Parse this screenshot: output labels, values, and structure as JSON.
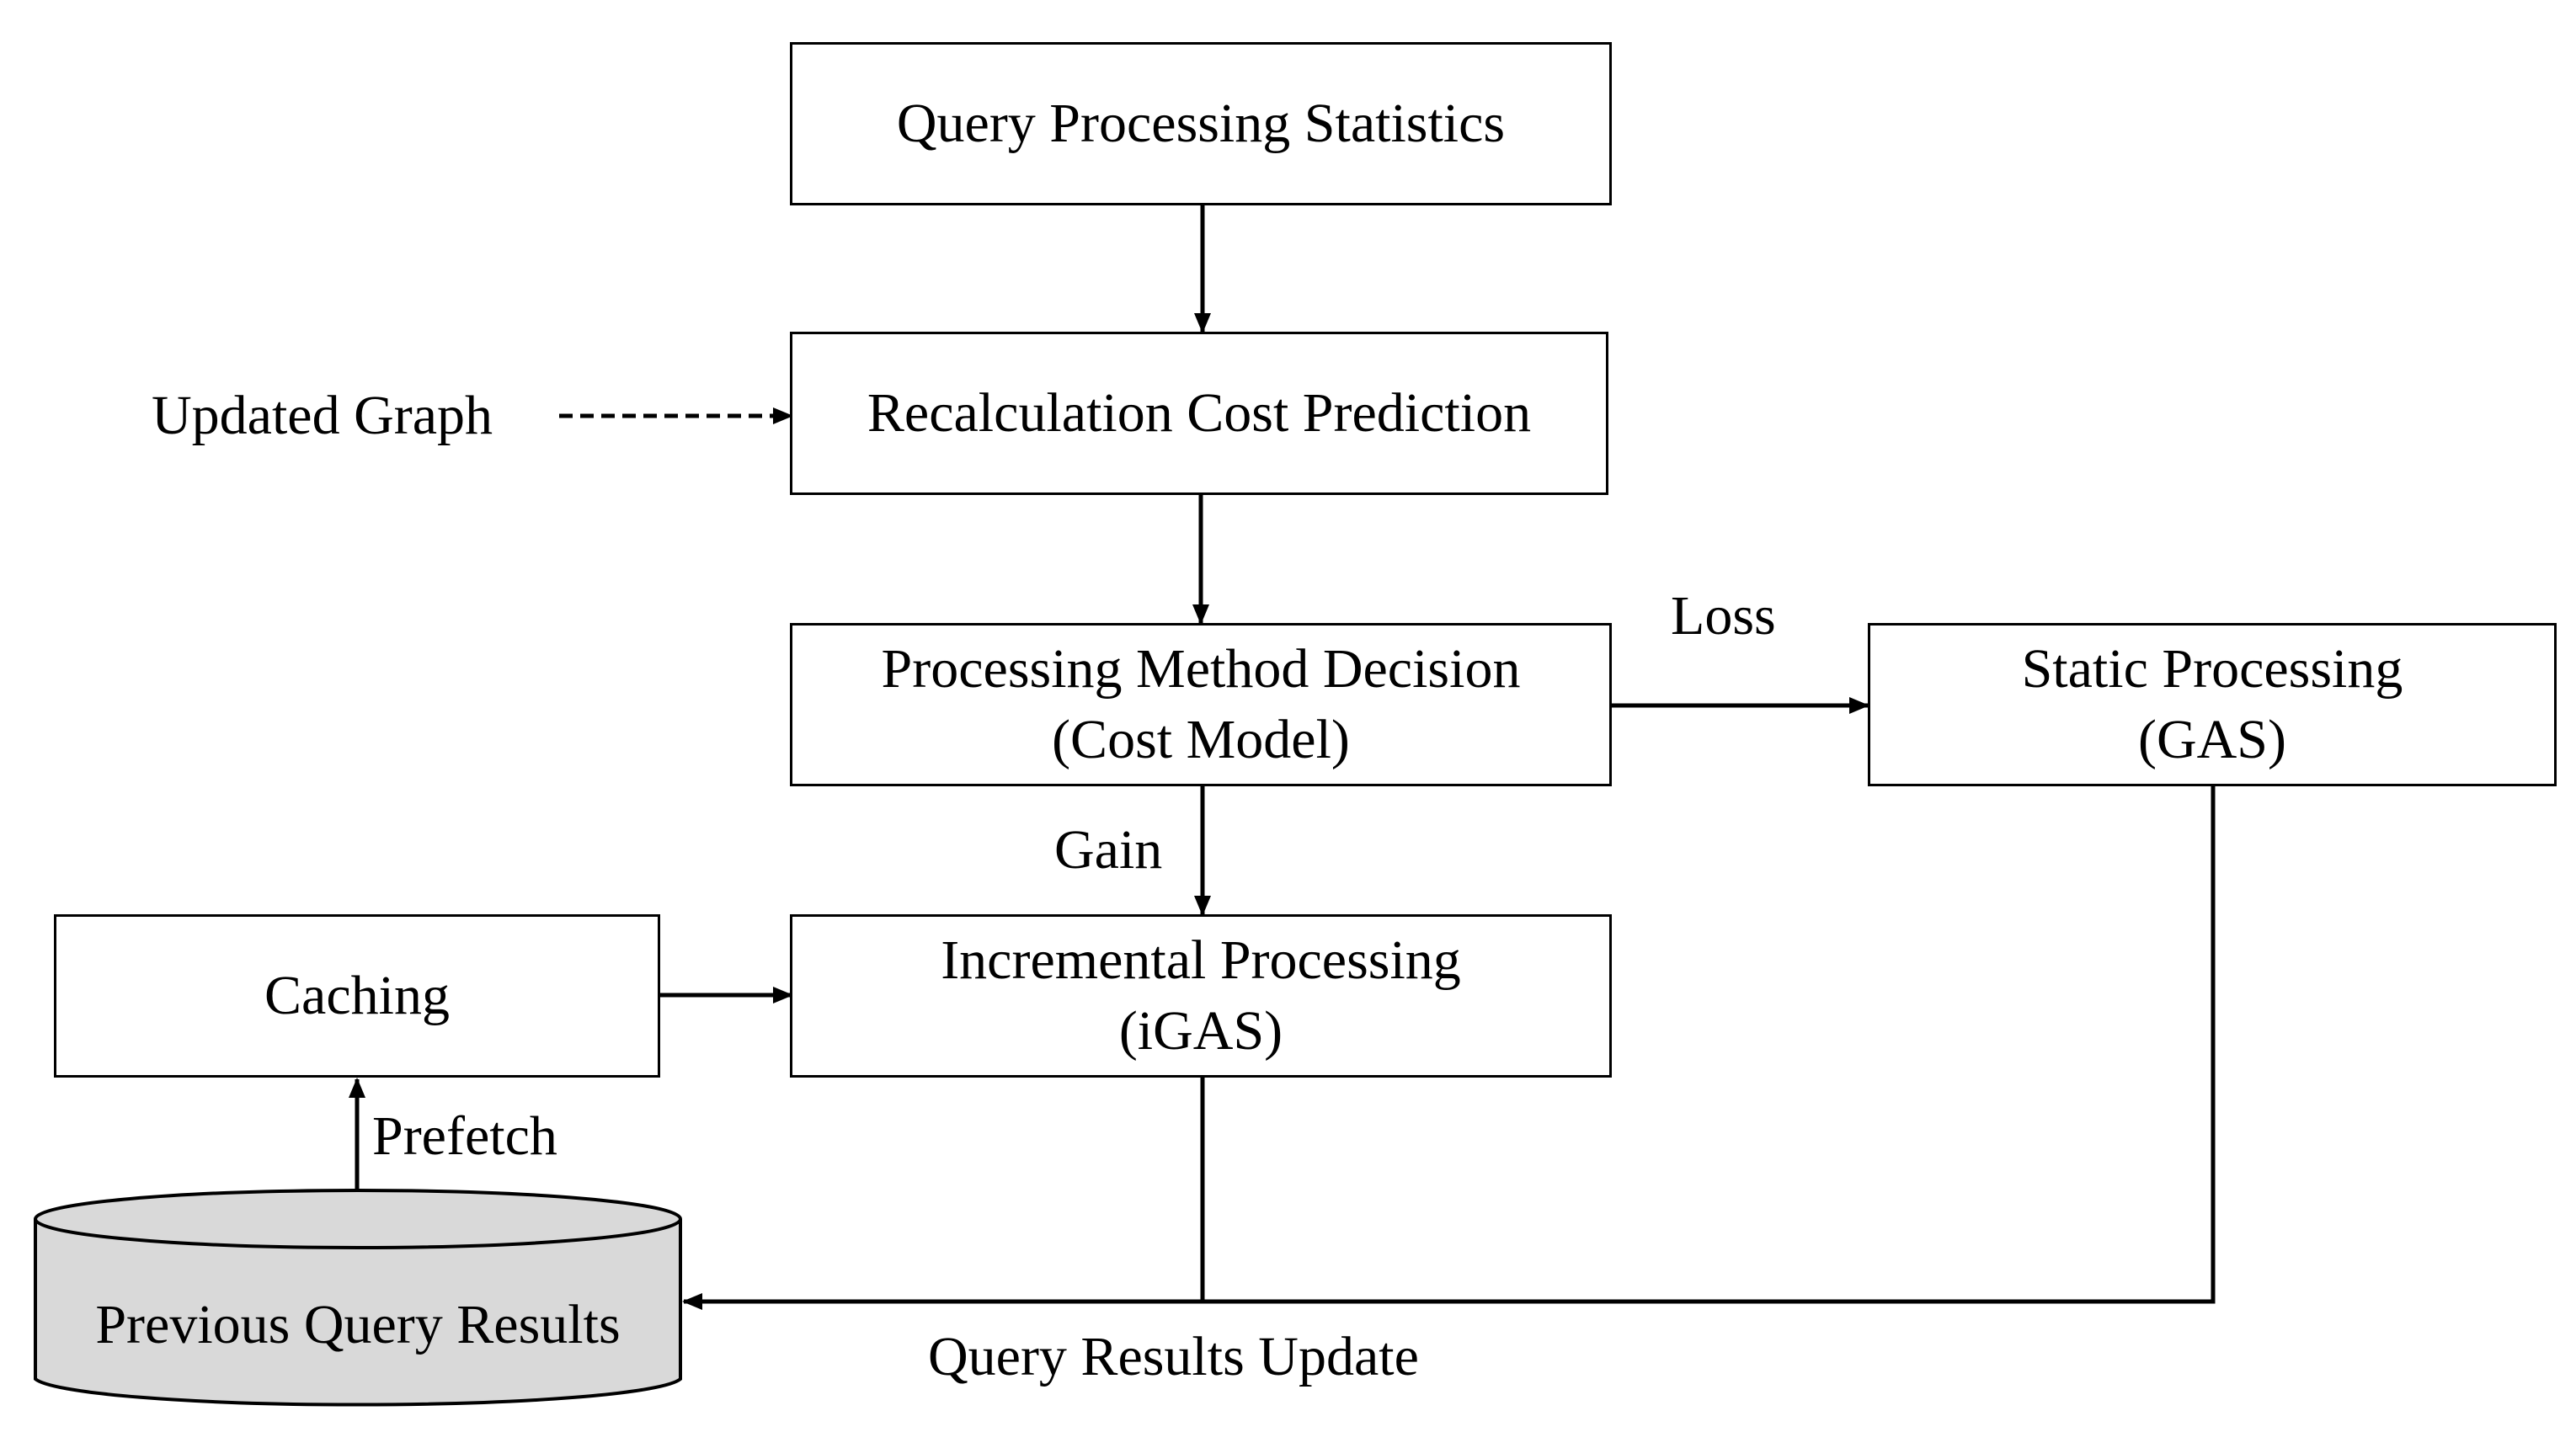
{
  "nodes": {
    "query_stats": {
      "lines": [
        "Query Processing Statistics"
      ]
    },
    "cost_prediction": {
      "lines": [
        "Recalculation Cost Prediction"
      ]
    },
    "method_decision": {
      "lines": [
        "Processing Method Decision",
        "(Cost Model)"
      ]
    },
    "static_processing": {
      "lines": [
        "Static Processing",
        "(GAS)"
      ]
    },
    "incremental_processing": {
      "lines": [
        "Incremental Processing",
        "(iGAS)"
      ]
    },
    "caching": {
      "lines": [
        "Caching"
      ]
    },
    "previous_results": {
      "label": "Previous Query Results"
    }
  },
  "edge_labels": {
    "updated_graph": "Updated Graph",
    "loss": "Loss",
    "gain": "Gain",
    "prefetch": "Prefetch",
    "results_update": "Query Results Update"
  },
  "colors": {
    "line": "#000000",
    "box_fill": "#ffffff",
    "database_fill": "#d9d9d9"
  }
}
